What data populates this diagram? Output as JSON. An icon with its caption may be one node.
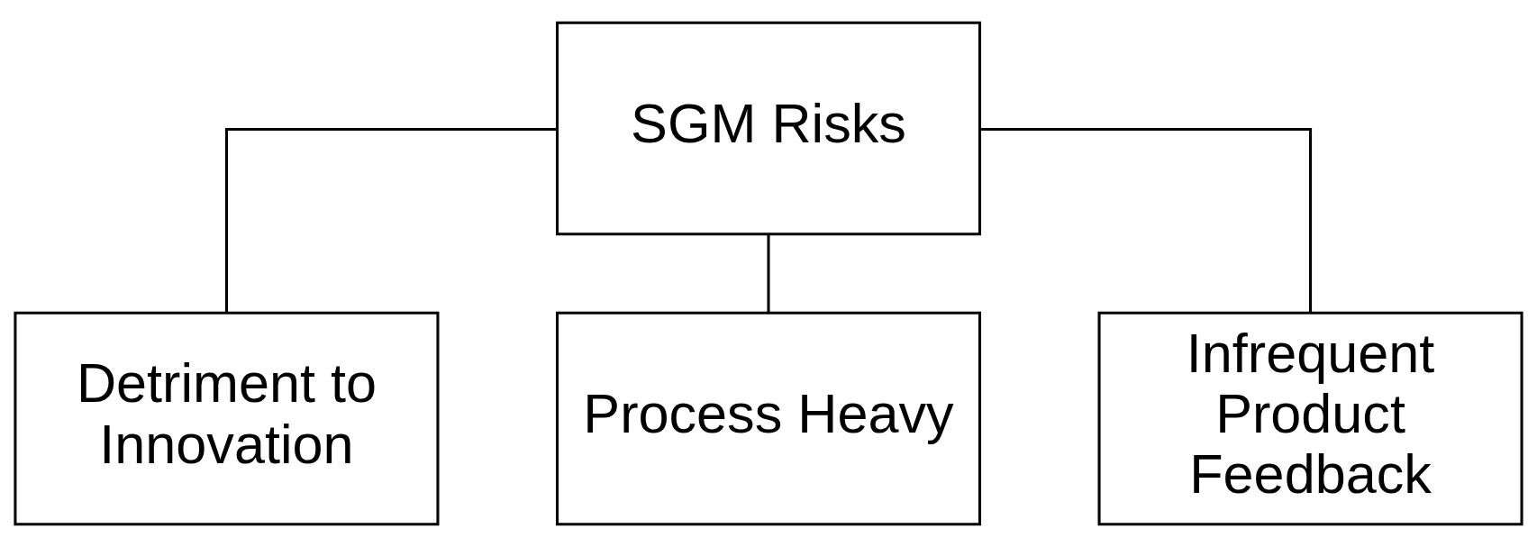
{
  "diagram": {
    "nodes": [
      {
        "text": [
          "SGM Risks"
        ]
      },
      {
        "text": [
          "Detriment to Innovation"
        ]
      },
      {
        "text": [
          "Process Heavy"
        ]
      },
      {
        "text": [
          "Infrequent Product Feedback"
        ]
      }
    ],
    "edges": [
      {
        "from": 0,
        "to": 1,
        "arrow": "none"
      },
      {
        "from": 0,
        "to": 2,
        "arrow": "none"
      },
      {
        "from": 0,
        "to": 3,
        "arrow": "none"
      }
    ]
  }
}
